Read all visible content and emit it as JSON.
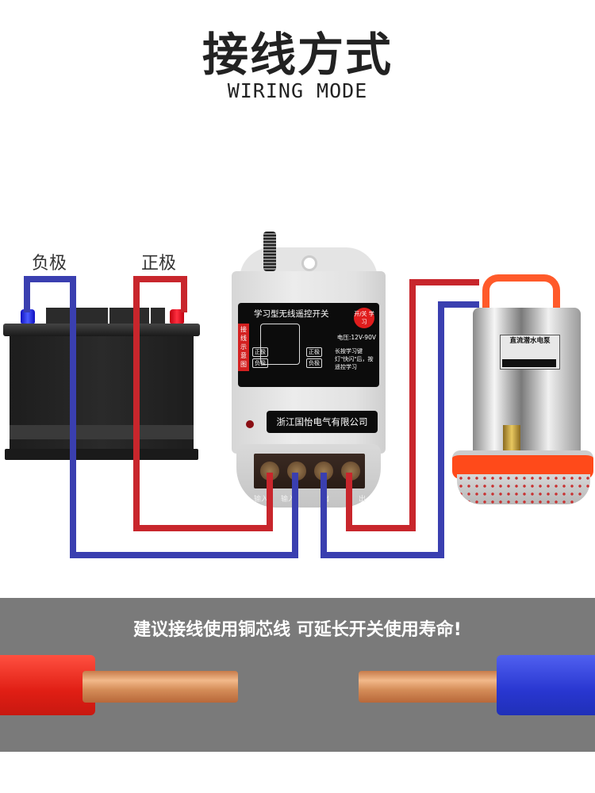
{
  "header": {
    "title": "接线方式",
    "subtitle": "WIRING MODE"
  },
  "battery": {
    "negative_label": "负极",
    "positive_label": "正极",
    "colors": {
      "negative": "#2c34c8",
      "positive": "#d11f24"
    }
  },
  "switch": {
    "panel_title": "学习型无线遥控开关",
    "side_tag": "接线示意图",
    "badge": "开/关 学习",
    "voltage": "电压:12V-90V",
    "hint": "长按学习键 灯\"快闪\"后，按遥控学习",
    "diagram_labels": {
      "pos_left": "正极",
      "neg_left": "负极",
      "pos_right": "正极",
      "neg_right": "负极"
    },
    "company": "浙江国怡电气有限公司",
    "terminal_labels": [
      "输入",
      "输入",
      "出",
      "出"
    ]
  },
  "pump": {
    "plate_title": "直流潜水电泵",
    "colors": {
      "accent": "#ff5a2a"
    }
  },
  "wire_colors": {
    "red": "#c8262c",
    "blue": "#3a3fb0"
  },
  "banner": {
    "tip": "建议接线使用铜芯线 可延长开关使用寿命!",
    "background": "#7a7a7a"
  }
}
